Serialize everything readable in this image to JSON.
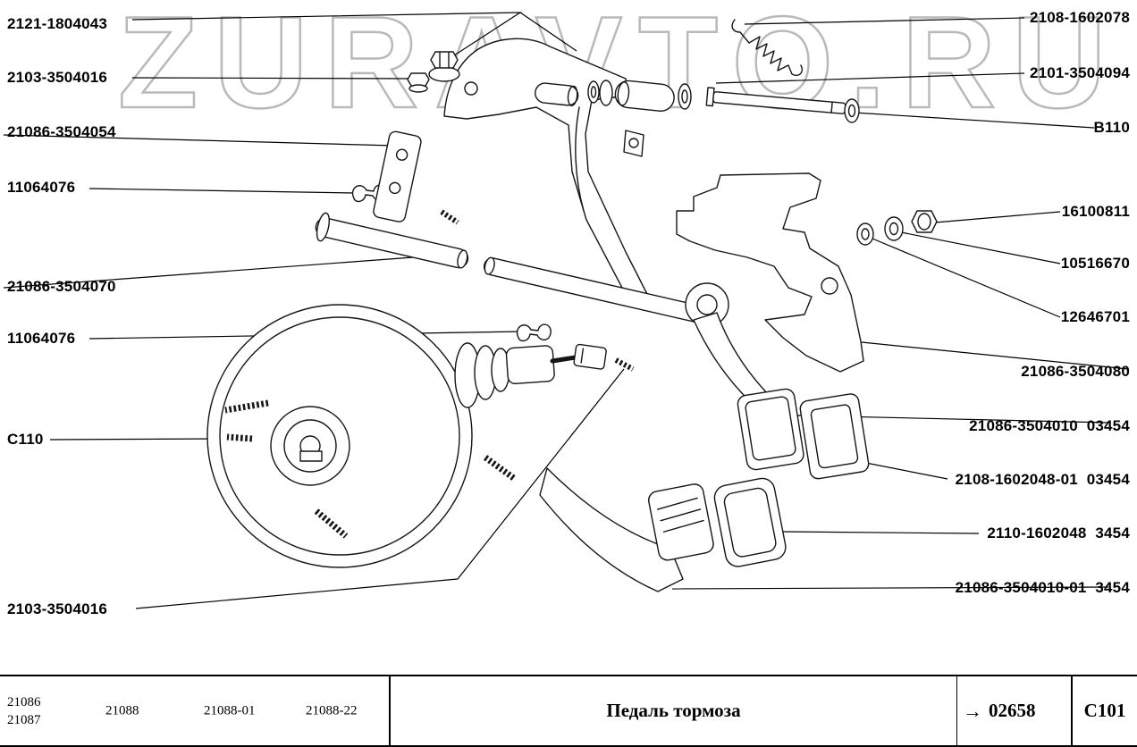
{
  "watermark": "ZURAVTO.RU",
  "labels": {
    "left": [
      "2121-1804043",
      "2103-3504016",
      "21086-3504054",
      "11064076",
      "21086-3504070",
      "11064076",
      "C110",
      "2103-3504016"
    ],
    "right": [
      "2108-1602078",
      "2101-3504094",
      "B110",
      "16100811",
      "10516670",
      "12646701",
      "21086-3504080",
      "21086-3504010  03454",
      "2108-1602048-01  03454",
      "2110-1602048  3454",
      "21086-3504010-01  3454"
    ]
  },
  "footer": {
    "models": [
      "21086",
      "21087",
      "21088",
      "21088-01",
      "21088-22"
    ],
    "title": "Педаль тормоза",
    "arrow": "→",
    "page": "02658",
    "section": "C101"
  }
}
